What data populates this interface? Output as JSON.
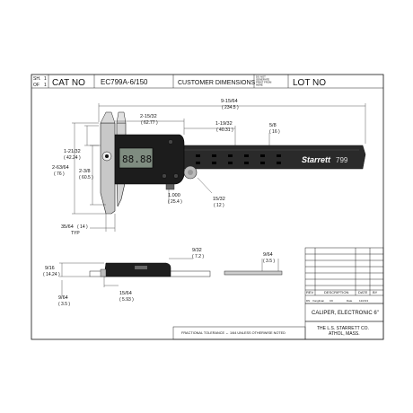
{
  "title_block": {
    "sh_label": "SH.",
    "sh_value": "1",
    "of_label": "OF",
    "of_value": "1",
    "cat_no_label": "CAT NO",
    "cat_no_value": "EC799A-6/150",
    "customer_dimensions": "CUSTOMER DIMENSIONS",
    "note_line1": "DO NOT",
    "note_line2": "GENERATE",
    "note_line3": "PRINT FROM",
    "note_line4": "HERE",
    "lot_no_label": "LOT NO"
  },
  "dimensions": {
    "overall_length": "9-15/64",
    "overall_length_mm": "( 234.5 )",
    "head_width": "2-15/32",
    "head_width_mm": "( 62.77 )",
    "display_offset": "1-19/32",
    "display_offset_mm": "( 40.31 )",
    "depth_rod": "5/8",
    "depth_rod_mm": "( 16 )",
    "inner_jaw": "1-21/32",
    "inner_jaw_mm": "( 42.24 )",
    "jaw_height": "2-63/64",
    "jaw_height_mm": "( 76 )",
    "beam_height": "2-3/8",
    "beam_height_mm": "( 60.5 )",
    "thumb_offset": "1.000",
    "thumb_offset_mm": "( 25.4 )",
    "beam_width": "15/32",
    "beam_width_mm": "( 12 )",
    "jaw_tip": "35/64",
    "jaw_tip_mm": "( 14 )",
    "typ": "TYP",
    "side_top": "9/32",
    "side_top_mm": "( 7.2 )",
    "side_height": "9/16",
    "side_height_mm": "( 14.24 )",
    "side_bottom": "9/64",
    "side_bottom_mm": "( 3.5 )",
    "side_width": "15/64",
    "side_width_mm": "( 5.93 )",
    "end_thickness": "9/64",
    "end_thickness_mm": "( 3.5 )"
  },
  "caliper": {
    "brand": "Starrett",
    "model": "799",
    "display_reading": "88.88"
  },
  "revision_table": {
    "rev": "REV",
    "description": "DESCRIPTION",
    "date": "DATE",
    "by": "BY",
    "dn_label": "DN",
    "dn_value": "Vonglinan",
    "ck_label": "CK",
    "date_label": "Date",
    "date_value": "12/2/13"
  },
  "footer": {
    "part_name": "CALIPER, ELECTRONIC 6\"",
    "company": "THE L.S. STARRETT CO.",
    "location": "ATHOL, MASS.",
    "tolerance": "FRACTIONAL TOLERANCE ← 1/64 UNLESS OTHERWISE NOTED"
  }
}
